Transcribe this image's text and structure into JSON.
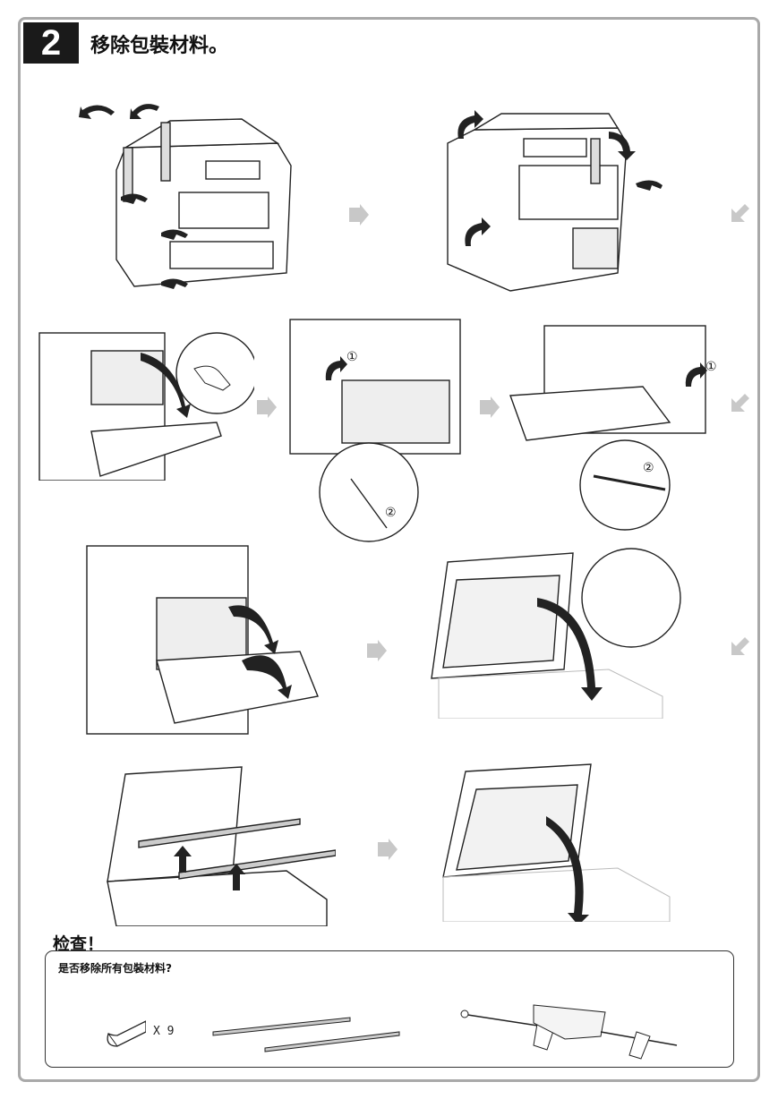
{
  "header": {
    "step_number": "2",
    "title": "移除包裝材料。"
  },
  "check": {
    "title": "检查！",
    "question": "是否移除所有包裝材料?",
    "tape_count": "X 9"
  },
  "icons": {
    "flow_arrow_right": "arrow-right-icon",
    "flow_arrow_back": "arrow-down-left-icon",
    "circled_1": "①",
    "circled_2": "②"
  },
  "colors": {
    "frame_border": "#a9a9a9",
    "step_badge": "#1a1a1a",
    "arrow_gray": "#c8c8c8",
    "line_art": "#222222"
  }
}
